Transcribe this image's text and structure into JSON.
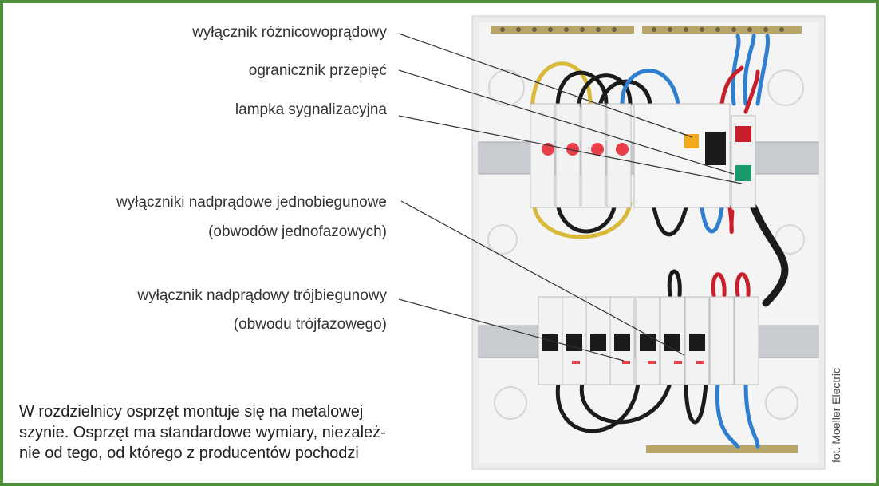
{
  "labels": {
    "rcd": "wyłącznik różnicowoprądowy",
    "surge": "ogranicznik przepięć",
    "lamp": "lampka sygnalizacyjna",
    "single_pole_l1": "wyłączniki nadprądowe jednobiegunowe",
    "single_pole_l2": "(obwodów jednofazowych)",
    "three_pole_l1": "wyłącznik nadprądowy trójbiegunowy",
    "three_pole_l2": "(obwodu trójfazowego)"
  },
  "caption": {
    "line1": "W rozdzielnicy osprzęt montuje się na metalowej",
    "line2": "szynie. Osprzęt ma standardowe wymiary, niezależ-",
    "line3": "nie od tego, od którego z producentów pochodzi"
  },
  "credit": "fot. Moeller Electric",
  "colors": {
    "frame": "#4e8f3a",
    "enclosure": "#ececec",
    "rail": "#c8cbcf",
    "wire_blue": "#2f7fd1",
    "wire_black": "#1b1b1b",
    "wire_yellow": "#d8b93a",
    "wire_red": "#c8202a",
    "breaker_red": "#e8404a",
    "lamp_green": "#1a9a6a",
    "surge_orange": "#f3a81f"
  }
}
